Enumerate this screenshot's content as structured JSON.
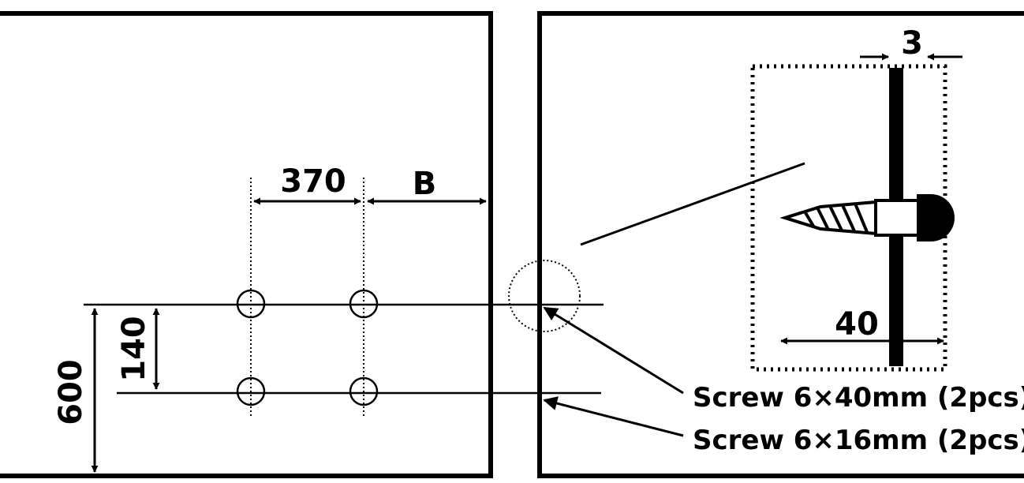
{
  "dimensions": {
    "spacing_horizontal": "370",
    "spacing_b": "B",
    "spacing_vertical": "140",
    "height_total": "600",
    "thickness": "3",
    "screw_length": "40"
  },
  "callouts": {
    "screw_long": "Screw 6×40mm (2pcs)",
    "screw_short": "Screw 6×16mm (2pcs)"
  },
  "colors": {
    "stroke": "#000000",
    "background": "#ffffff"
  }
}
